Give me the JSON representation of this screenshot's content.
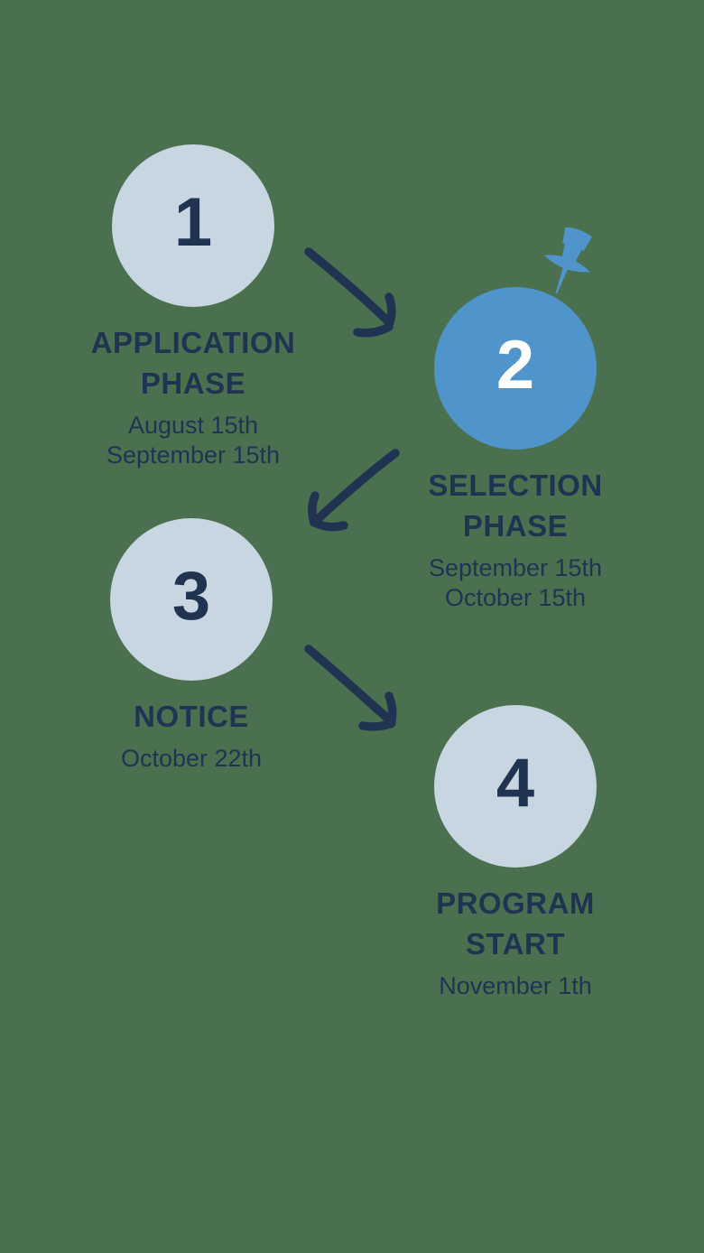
{
  "page": {
    "background_color": "#4a7050",
    "description": "Four-step program timeline infographic"
  },
  "colors": {
    "navy": "#203452",
    "light_circle": "#c7d6e0",
    "blue_circle": "#4f95cb",
    "white": "#ffffff",
    "background": "#4a7050"
  },
  "icons": {
    "pushpin": "pushpin-icon",
    "arrow_1": "arrow-down-right-icon",
    "arrow_2": "arrow-down-left-icon",
    "arrow_3": "arrow-down-right-icon"
  },
  "timeline": {
    "steps": [
      {
        "number": "1",
        "title_lines": [
          "APPLICATION",
          "PHASE"
        ],
        "date_lines": [
          "August 15th",
          "September 15th"
        ],
        "highlighted": false
      },
      {
        "number": "2",
        "title_lines": [
          "SELECTION",
          "PHASE"
        ],
        "date_lines": [
          "September 15th",
          "October 15th"
        ],
        "highlighted": true
      },
      {
        "number": "3",
        "title_lines": [
          "NOTICE"
        ],
        "date_lines": [
          "October 22th"
        ],
        "highlighted": false
      },
      {
        "number": "4",
        "title_lines": [
          "PROGRAM",
          "START"
        ],
        "date_lines": [
          "November 1th"
        ],
        "highlighted": false
      }
    ]
  }
}
